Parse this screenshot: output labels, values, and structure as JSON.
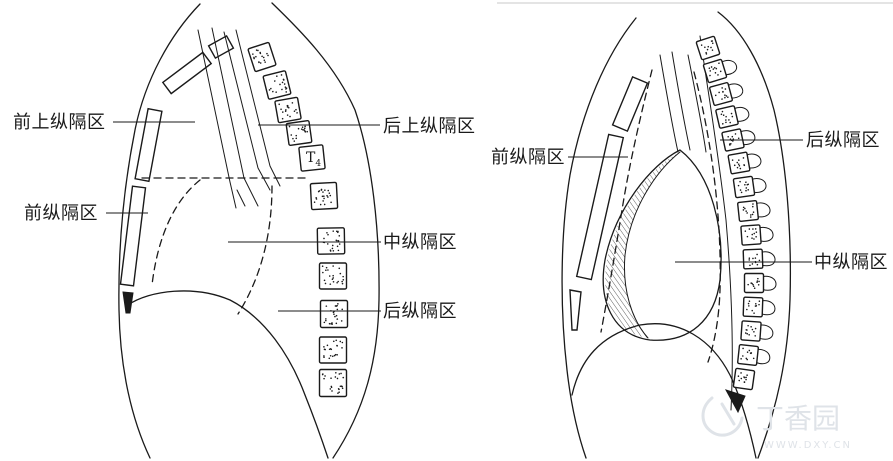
{
  "left_panel": {
    "labels": {
      "anterior_superior": "前上纵隔区",
      "anterior": "前纵隔区",
      "posterior_superior": "后上纵隔区",
      "middle": "中纵隔区",
      "posterior": "后纵隔区"
    },
    "vertebra_label": {
      "letter": "T",
      "number": "4"
    }
  },
  "right_panel": {
    "labels": {
      "anterior": "前纵隔区",
      "posterior": "后纵隔区",
      "middle": "中纵隔区"
    }
  },
  "watermark": {
    "brand": "丁香园",
    "url": "WWW.DXY.CN"
  },
  "colors": {
    "ink": "#1a1a1a",
    "background": "#ffffff",
    "watermark": "#dfe3e8",
    "separator": "#c8c8c8"
  }
}
